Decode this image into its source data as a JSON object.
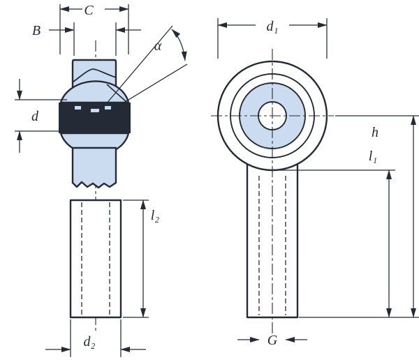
{
  "drawing": {
    "colors": {
      "line": "#242a36",
      "section_fill": "#cbdcf1",
      "background": "#ffffff"
    },
    "side_view": {
      "labels": {
        "head_width": "C",
        "ring_width": "B",
        "bore_diameter": "d",
        "tilt_angle": "α",
        "shank_diameter": "d₂",
        "shank_length": "l₂"
      }
    },
    "front_view": {
      "labels": {
        "head_diameter": "d₁",
        "thread": "G",
        "length_short": "h",
        "length_center_to_end": "l₁"
      }
    }
  }
}
